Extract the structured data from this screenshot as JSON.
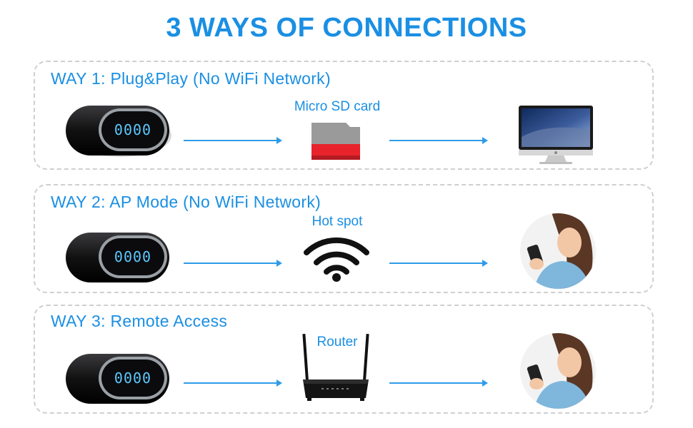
{
  "title": "3 WAYS OF CONNECTIONS",
  "colors": {
    "accent": "#1a8fe3",
    "arrow": "#2f9be8",
    "panel_border": "#cfcfcf",
    "clock_display": "#5ec8ff"
  },
  "ways": [
    {
      "title": "WAY 1: Plug&Play (No WiFi Network)",
      "middle_label": "Micro SD card",
      "source_icon": "clock-camera-icon",
      "middle_icon": "micro-sd-card-icon",
      "target_icon": "computer-monitor-icon"
    },
    {
      "title": "WAY 2: AP Mode (No WiFi Network)",
      "middle_label": "Hot spot",
      "source_icon": "clock-camera-icon",
      "middle_icon": "wifi-icon",
      "target_icon": "phone-user-icon"
    },
    {
      "title": "WAY 3: Remote Access",
      "middle_label": "Router",
      "source_icon": "clock-camera-icon",
      "middle_icon": "router-icon",
      "target_icon": "phone-user-icon"
    }
  ],
  "clock_display": "0000"
}
